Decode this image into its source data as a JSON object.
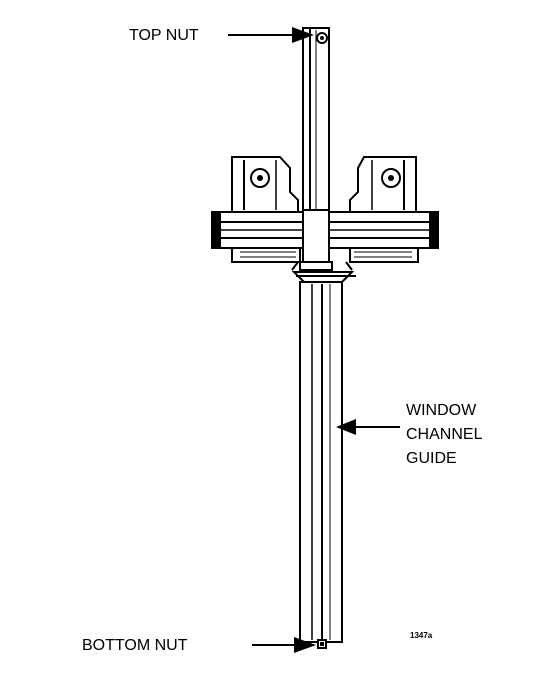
{
  "labels": {
    "top_nut": "TOP NUT",
    "window_channel_guide": [
      "WINDOW",
      "CHANNEL",
      "GUIDE"
    ],
    "bottom_nut": "BOTTOM NUT",
    "figure_number": "1347a"
  },
  "colors": {
    "ink": "#000000",
    "paper": "#ffffff"
  }
}
